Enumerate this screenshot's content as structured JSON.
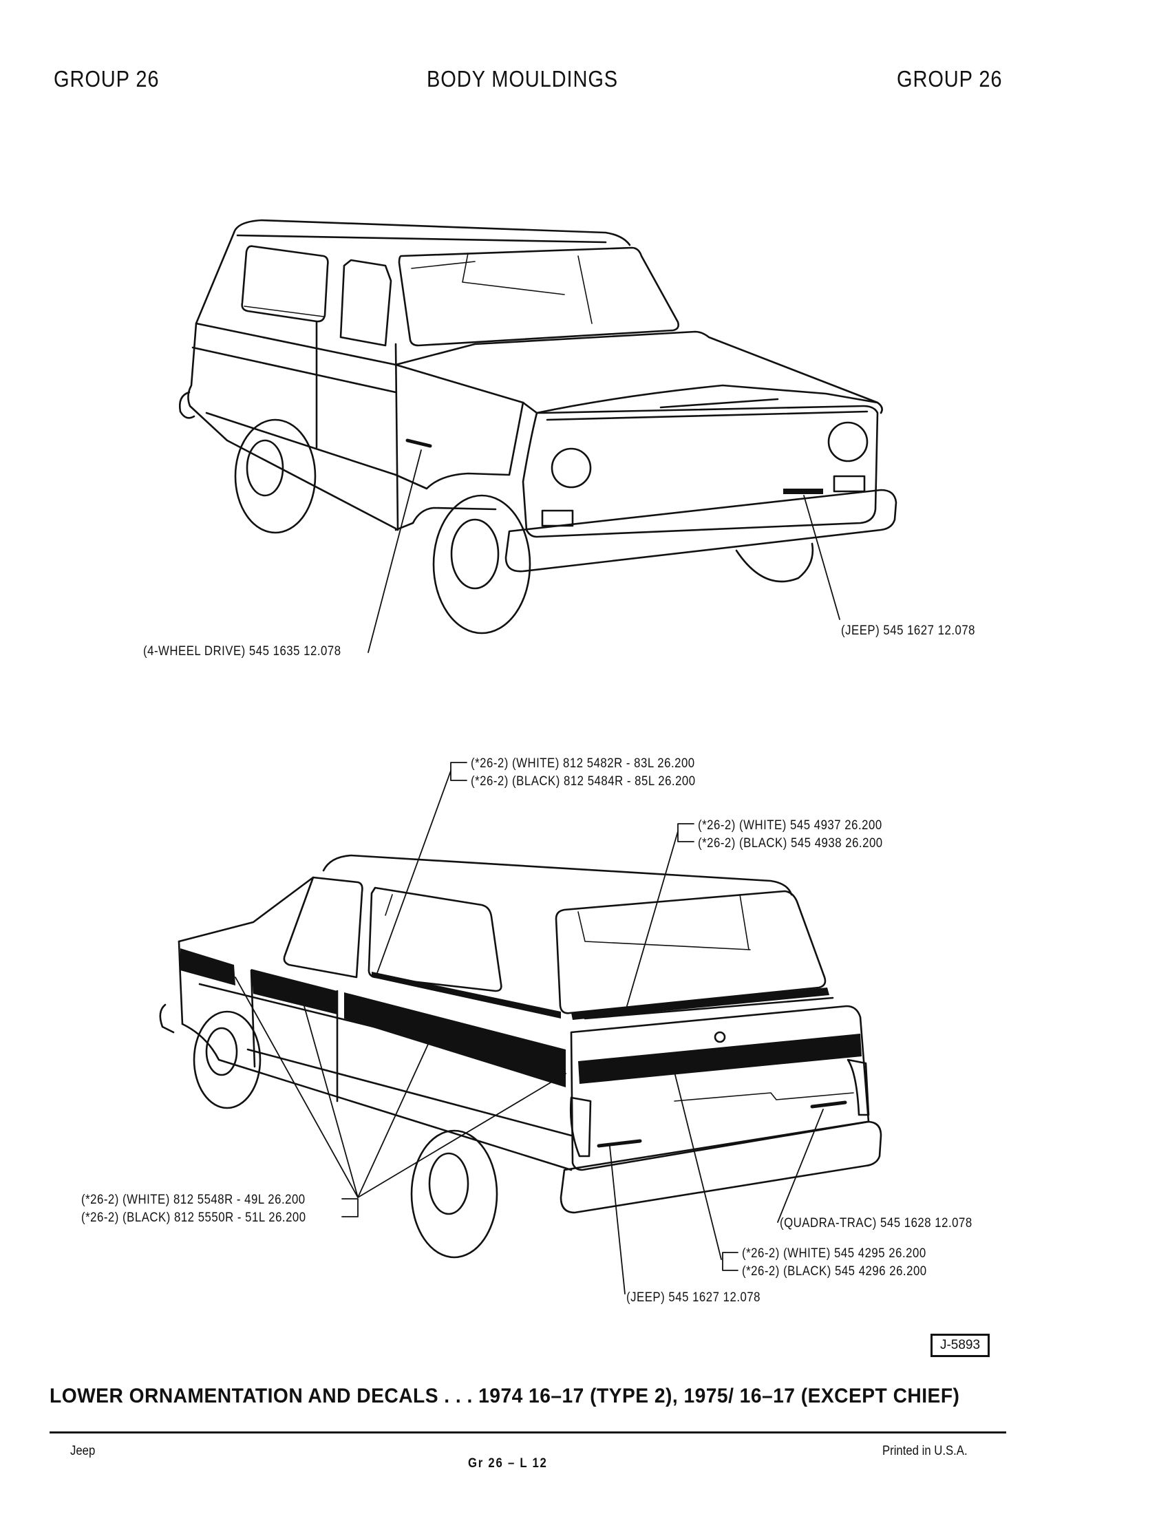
{
  "header": {
    "left": "GROUP 26",
    "center": "BODY MOULDINGS",
    "right": "GROUP 26"
  },
  "top_view_labels": {
    "four_wheel_drive": "(4-WHEEL DRIVE) 545 1635  12.078",
    "jeep_front": "(JEEP) 545 1627  12.078"
  },
  "rear_view_labels": {
    "roof_white": "(*26-2) (WHITE) 812 5482R - 83L  26.200",
    "roof_black": "(*26-2) (BLACK) 812 5484R - 85L  26.200",
    "gate_top_white": "(*26-2) (WHITE) 545 4937  26.200",
    "gate_top_black": "(*26-2) (BLACK) 545 4938  26.200",
    "side_white": "(*26-2) (WHITE) 812 5548R - 49L  26.200",
    "side_black": "(*26-2) (BLACK) 812 5550R - 51L  26.200",
    "quadra_trac": "(QUADRA-TRAC) 545 1628  12.078",
    "gate_white": "(*26-2) (WHITE) 545 4295  26.200",
    "gate_black": "(*26-2) (BLACK) 545 4296  26.200",
    "jeep_rear": "(JEEP) 545 1627  12.078"
  },
  "figure_id": "J-5893",
  "caption": "LOWER ORNAMENTATION AND DECALS . . . 1974  16–17 (TYPE 2),  1975/  16–17 (EXCEPT CHIEF)",
  "footer": {
    "left": "Jeep",
    "center": "Gr 26 – L 12",
    "right": "Printed  in U.S.A."
  }
}
